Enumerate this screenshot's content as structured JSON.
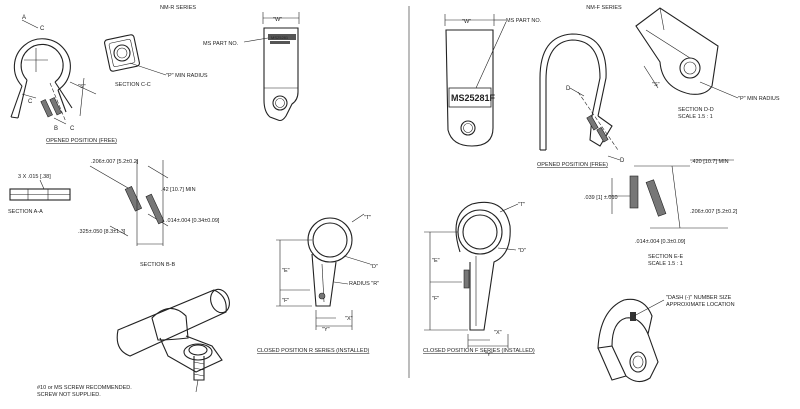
{
  "series": {
    "left": "NM-R SERIES",
    "right": "NM-F SERIES"
  },
  "labels": {
    "w_left": "\"W\"",
    "w_right": "\"W\"",
    "ms_part_no_left": "MS PART NO.",
    "ms_part_no_right": "MS PART NO.",
    "stamp_left": "MS25281",
    "stamp_right": "MS25281F",
    "section_cc": "SECTION C-C",
    "p_min_radius_left": "\"P\" MIN RADIUS",
    "p_min_radius_right": "\"P\" MIN RADIUS",
    "s_left": "\"S\"",
    "s_right": "\"S\"",
    "opened_left": "OPENED POSITION (FREE)",
    "opened_right": "OPENED POSITION (FREE)",
    "section_aa_dim": "3 X .015 [.38]",
    "section_aa": "SECTION A-A",
    "dim_206_left": ".206±.007 [5.2±0.2]",
    "dim_42_left": ".42 [10.7] MIN",
    "dim_014_left": ".014±.004 [0.34±0.09]",
    "dim_325": ".325±.050 [8.3±1.3]",
    "section_bb": "SECTION B-B",
    "t_left": "\"T\"",
    "d_left": "\"D\"",
    "e_left": "\"E\"",
    "f_left": "\"F\"",
    "x_left": "\"X\"",
    "y_left": "\"Y\"",
    "radius_r": "RADIUS \"R\"",
    "closed_r": "CLOSED POSITION R SERIES (INSTALLED)",
    "screw_note_1": "#10 or MS SCREW RECOMMENDED.",
    "screw_note_2": "SCREW NOT SUPPLIED.",
    "section_dd": "SECTION D-D",
    "scale_dd": "SCALE 1.5 : 1",
    "dim_420_right": ".420 [10.7] MIN",
    "dim_039": ".039 [1] ±.010",
    "dim_206_right": ".206±.007 [5.2±0.2]",
    "dim_014_right": ".014±.004 [0.3±0.09]",
    "section_ee": "SECTION E-E",
    "scale_ee": "SCALE 1.5 : 1",
    "t_right": "\"T\"",
    "d_right": "\"D\"",
    "e_right": "\"E\"",
    "f_right": "\"F\"",
    "x_right": "\"X\"",
    "y_right": "\"Y\"",
    "closed_f": "CLOSED POSITION F SERIES (INSTALLED)",
    "dash_note_1": "\"DASH (-)\" NUMBER SIZE",
    "dash_note_2": "APPROXIMATE LOCATION",
    "letter_a": "A",
    "letter_b": "B",
    "letter_c1": "C",
    "letter_c2": "C",
    "letter_c3": "C",
    "letter_d1": "D",
    "letter_d2": "D"
  }
}
